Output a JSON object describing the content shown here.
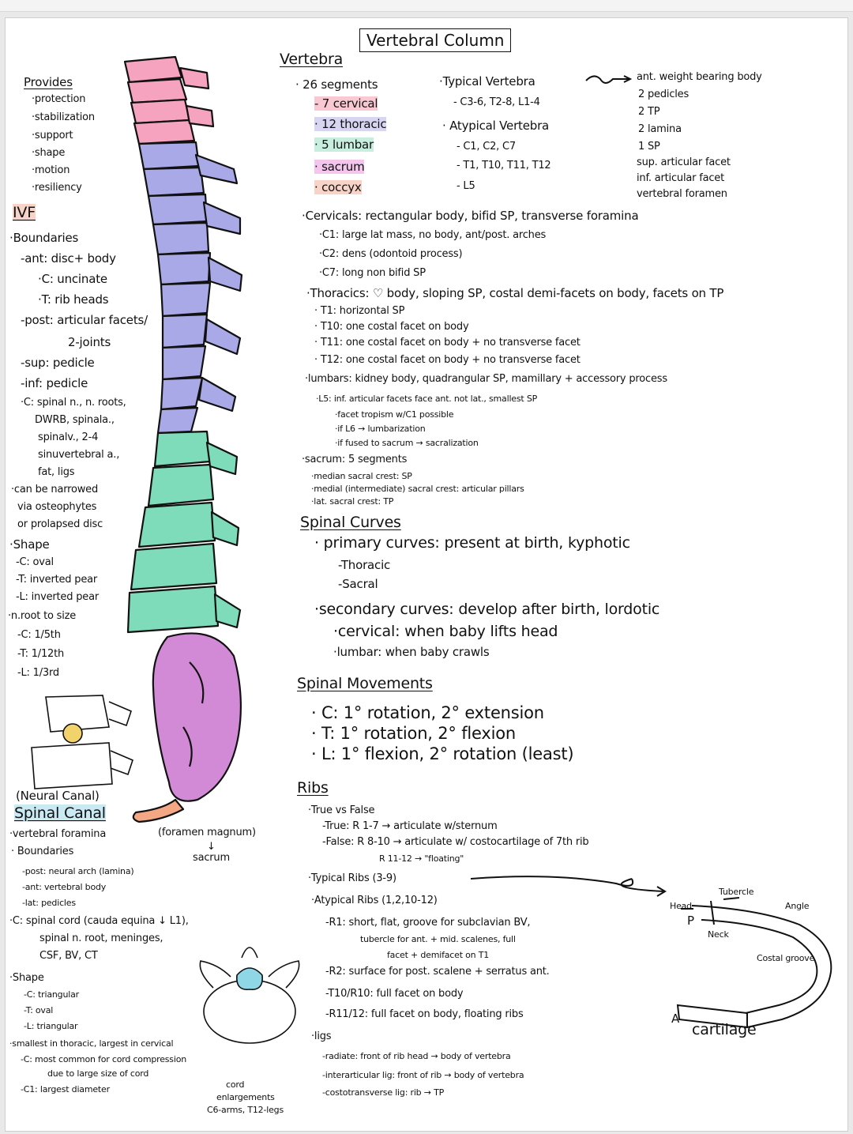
{
  "title": "Vertebral Column",
  "left": {
    "provides_heading": "Provides",
    "provides": [
      "·protection",
      "·stabilization",
      "·support",
      "·shape",
      "·motion",
      "·resiliency"
    ],
    "ivf_heading": "IVF",
    "ivf_lines": [
      "·Boundaries",
      "-ant: disc+ body",
      "·C: uncinate",
      "·T: rib heads",
      "-post: articular facets/",
      "2-joints",
      "-sup: pedicle",
      "-inf: pedicle",
      "·C: spinal n., n. roots,",
      "DWRB, spinala.,",
      "spinalv., 2-4",
      "sinuvertebral a.,",
      "fat, ligs",
      "·can be narrowed",
      "via osteophytes",
      "or prolapsed disc",
      "·Shape",
      "-C: oval",
      "-T: inverted pear",
      "-L: inverted pear",
      "·n.root to size",
      "-C: 1/5th",
      "-T: 1/12th",
      "-L: 1/3rd"
    ],
    "neural_canal": "(Neural Canal)",
    "canal_heading": "Spinal Canal",
    "canal_lines": [
      "·vertebral foramina",
      "(foramen magnum)",
      "↓",
      "sacrum",
      "· Boundaries",
      "-post: neural arch (lamina)",
      "-ant: vertebral body",
      "-lat: pedicles",
      "·C: spinal cord (cauda equina ↓ L1),",
      "spinal n. root, meninges,",
      "CSF, BV, CT",
      "·Shape",
      "-C: triangular",
      "-T: oval",
      "-L: triangular",
      "·smallest in thoracic, largest in cervical",
      "-C: most common for cord compression",
      "due to large size of cord",
      "-C1: largest diameter",
      "cord",
      "enlargements",
      "C6-arms, T12-legs"
    ]
  },
  "vertebra": {
    "heading": "Vertebra",
    "segments_heading": "· 26 segments",
    "segments": [
      "- 7 cervical",
      "· 12 thoracic",
      "· 5 lumbar",
      "· sacrum",
      "· coccyx"
    ],
    "typical_heading": "·Typical Vertebra",
    "typical_list": "- C3-6, T2-8, L1-4",
    "atypical_heading": "· Atypical Vertebra",
    "atypical_list": [
      "- C1, C2, C7",
      "- T1, T10, T11, T12",
      "- L5"
    ],
    "parts": [
      "ant. weight bearing body",
      "2 pedicles",
      "2 TP",
      "2 lamina",
      "1 SP",
      "sup. articular facet",
      "inf. articular facet",
      "vertebral foramen"
    ]
  },
  "regions": [
    "·Cervicals: rectangular body, bifid SP, transverse foramina",
    "·C1: large lat mass, no body, ant/post. arches",
    "·C2: dens (odontoid process)",
    "·C7: long non bifid SP",
    "·Thoracics: ♡ body, sloping SP, costal demi-facets on body, facets on TP",
    "· T1: horizontal SP",
    "· T10: one costal facet on body",
    "· T11: one costal facet on body + no transverse facet",
    "· T12: one costal facet on body + no transverse facet",
    "·lumbars: kidney body, quadrangular SP, mamillary + accessory process",
    "·L5: inf. articular facets face ant. not lat., smallest SP",
    "·facet tropism w/C1 possible",
    "·if L6 → lumbarization",
    "·if fused to sacrum → sacralization",
    "·sacrum: 5 segments",
    "·median sacral crest: SP",
    "·medial (intermediate) sacral crest: articular pillars",
    "·lat. sacral crest: TP"
  ],
  "curves": {
    "heading": "Spinal Curves",
    "lines": [
      "· primary curves: present at birth, kyphotic",
      "-Thoracic",
      "-Sacral",
      "·secondary curves: develop after birth, lordotic",
      "·cervical: when baby lifts head",
      "·lumbar: when baby crawls"
    ]
  },
  "movements": {
    "heading": "Spinal Movements",
    "lines": [
      "· C: 1° rotation, 2° extension",
      "· T: 1° rotation, 2° flexion",
      "· L: 1° flexion, 2° rotation (least)"
    ]
  },
  "ribs": {
    "heading": "Ribs",
    "lines": [
      "·True vs False",
      "-True: R 1-7 → articulate w/sternum",
      "-False: R 8-10 → articulate w/ costocartilage of 7th rib",
      "R 11-12 → \"floating\"",
      "·Typical Ribs (3-9)",
      "·Atypical Ribs (1,2,10-12)",
      "-R1: short, flat, groove for subclavian BV,",
      "tubercle for ant. + mid. scalenes, full",
      "facet + demifacet on T1",
      "-R2: surface for post. scalene + serratus ant.",
      "-T10/R10: full facet on body",
      "-R11/12: full facet on body, floating ribs",
      "·ligs",
      "-radiate: front of rib head → body of vertebra",
      "-interarticular lig: front of rib → body of vertebra",
      "-costotransverse lig: rib → TP"
    ],
    "diagram_labels": [
      "Head",
      "P",
      "Tubercle",
      "Neck",
      "Angle",
      "Costal groove",
      "A",
      "cartilage"
    ]
  }
}
